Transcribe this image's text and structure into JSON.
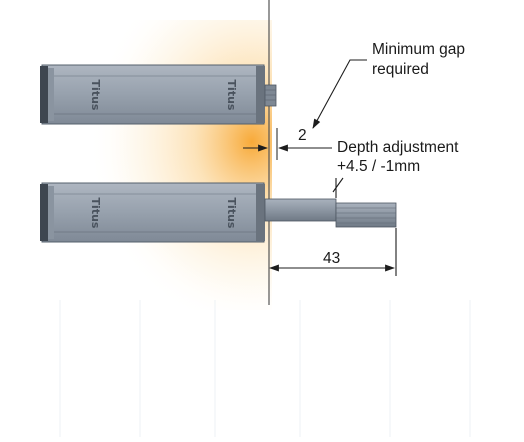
{
  "labels": {
    "gap_note_line1": "Minimum gap",
    "gap_note_line2": "required",
    "gap_value": "2",
    "depth_line1": "Depth adjustment",
    "depth_line2": "+4.5 / -1mm",
    "length_value": "43",
    "brand": "Titus"
  },
  "colors": {
    "body": "#9aa4b0",
    "body_dark": "#6d7784",
    "end_cap": "#3e4650",
    "glow": "#f6b24a",
    "line": "#2b2b2b",
    "plunger": "#8d97a3"
  }
}
